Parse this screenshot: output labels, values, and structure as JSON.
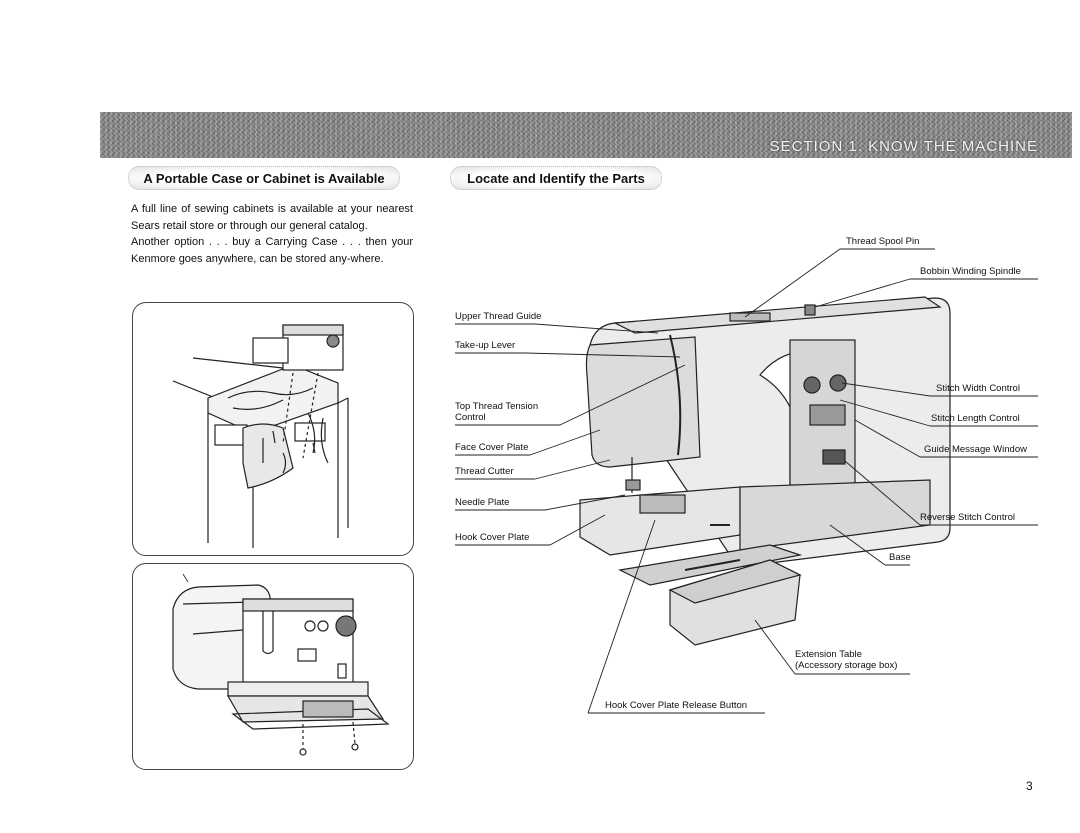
{
  "banner": {
    "title": "SECTION 1.   KNOW THE MACHINE"
  },
  "left": {
    "heading": "A Portable Case or Cabinet is Available",
    "paragraph1": "A full line of sewing cabinets is available at your nearest Sears retail store or through our general catalog.",
    "paragraph2": "Another option . . . buy a Carrying Case . . . then your Kenmore goes anywhere, can be stored any-where."
  },
  "right": {
    "heading": "Locate and Identify the Parts",
    "labels": {
      "thread_spool_pin": "Thread Spool Pin",
      "bobbin_winding_spindle": "Bobbin Winding Spindle",
      "upper_thread_guide": "Upper Thread Guide",
      "take_up_lever": "Take-up Lever",
      "stitch_width_control": "Stitch Width Control",
      "top_thread_tension_1": "Top Thread Tension",
      "top_thread_tension_2": "Control",
      "stitch_length_control": "Stitch Length Control",
      "guide_message_window": "Guide Message Window",
      "face_cover_plate": "Face Cover Plate",
      "thread_cutter": "Thread Cutter",
      "needle_plate": "Needle Plate",
      "reverse_stitch_control": "Reverse Stitch Control",
      "hook_cover_plate": "Hook Cover Plate",
      "base": "Base",
      "extension_table_1": "Extension Table",
      "extension_table_2": "(Accessory storage box)",
      "hook_cover_release": "Hook Cover Plate Release Button"
    }
  },
  "page_number": "3"
}
